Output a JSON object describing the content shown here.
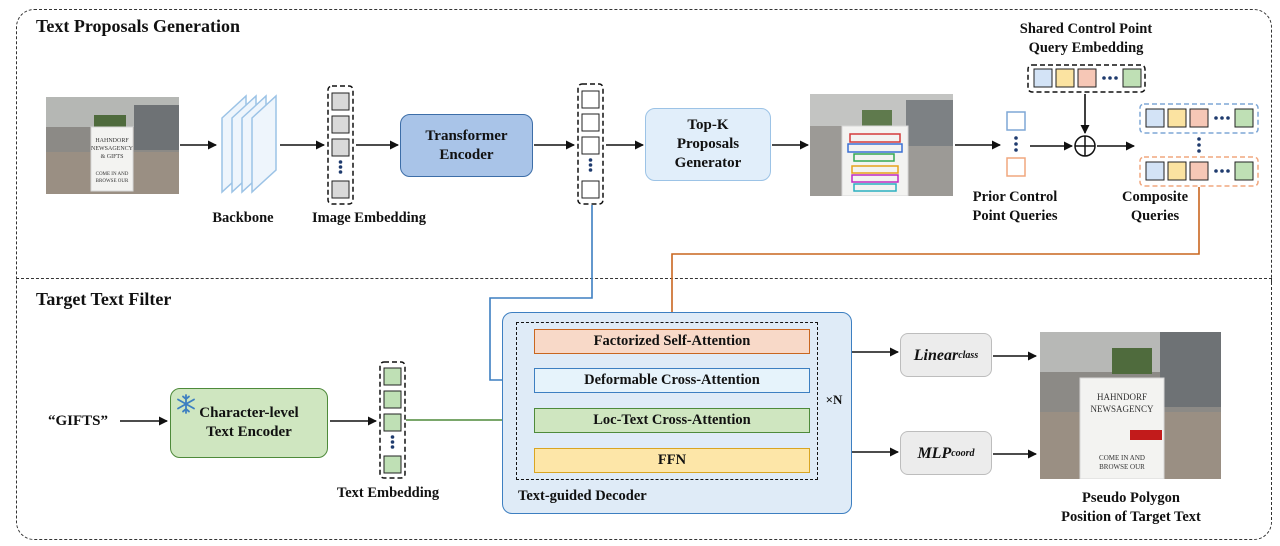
{
  "sections": {
    "proposals_title": "Text Proposals Generation",
    "filter_title": "Target Text Filter"
  },
  "labels": {
    "backbone": "Backbone",
    "image_embedding": "Image Embedding",
    "prior_queries_line1": "Prior Control",
    "prior_queries_line2": "Point Queries",
    "composite_line1": "Composite",
    "composite_line2": "Queries",
    "shared_line1": "Shared Control Point",
    "shared_line2": "Query Embedding",
    "text_embedding": "Text Embedding",
    "pseudo_line1": "Pseudo Polygon",
    "pseudo_line2": "Position of Target Text",
    "repeat": "×N",
    "input_query": "“GIFTS”"
  },
  "boxes": {
    "transformer_line1": "Transformer",
    "transformer_line2": "Encoder",
    "topk_line1": "Top-K",
    "topk_line2": "Proposals",
    "topk_line3": "Generator",
    "char_encoder_line1": "Character-level",
    "char_encoder_line2": "Text Encoder",
    "linear_base": "Linear",
    "linear_sub": "class",
    "mlp_base": "MLP",
    "mlp_sub": "coord"
  },
  "decoder": {
    "title": "Text-guided Decoder",
    "steps": [
      "Factorized Self-Attention",
      "Deformable Cross-Attention",
      "Loc-Text Cross-Attention",
      "FFN"
    ]
  },
  "colors": {
    "query_blue": "#d3e3f6",
    "query_yellow": "#fbe3a1",
    "query_orange": "#f6c7b6",
    "query_green": "#bfe0b5",
    "encoder_fill": "#a9c4e8",
    "decoder_fill": "#dfebf7",
    "step_orange": "#f8d9c8",
    "step_blue": "#e6f3fb",
    "step_green": "#cfe6c0",
    "step_yellow": "#fde6a8",
    "arrow_blue": "#3d7fc1",
    "arrow_orange": "#c9661f",
    "arrow_green": "#4e8a3a"
  }
}
